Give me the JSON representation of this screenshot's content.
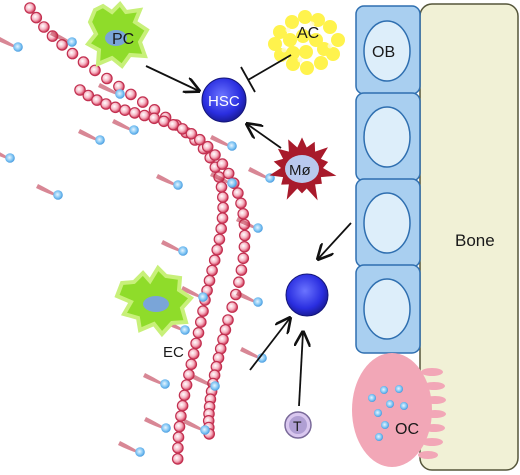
{
  "labels": {
    "pc": "PC",
    "ac": "AC",
    "hsc": "HSC",
    "ob": "OB",
    "macrophage": "Mø",
    "bone": "Bone",
    "ec": "EC",
    "t_cell": "T",
    "oc": "OC"
  },
  "colors": {
    "hsc": "#2b2fd8",
    "osteoblast_fill": "#a9cff0",
    "osteoblast_stroke": "#2f6fb0",
    "bone": "#f1f1d6",
    "pericyte": "#8fdc2a",
    "adipocyte": "#fff34d",
    "macrophage": "#a81a2b",
    "osteoclast": "#f2a7b7",
    "vessel_bead": "#e04060",
    "endothelial": "#6bb7f0"
  }
}
